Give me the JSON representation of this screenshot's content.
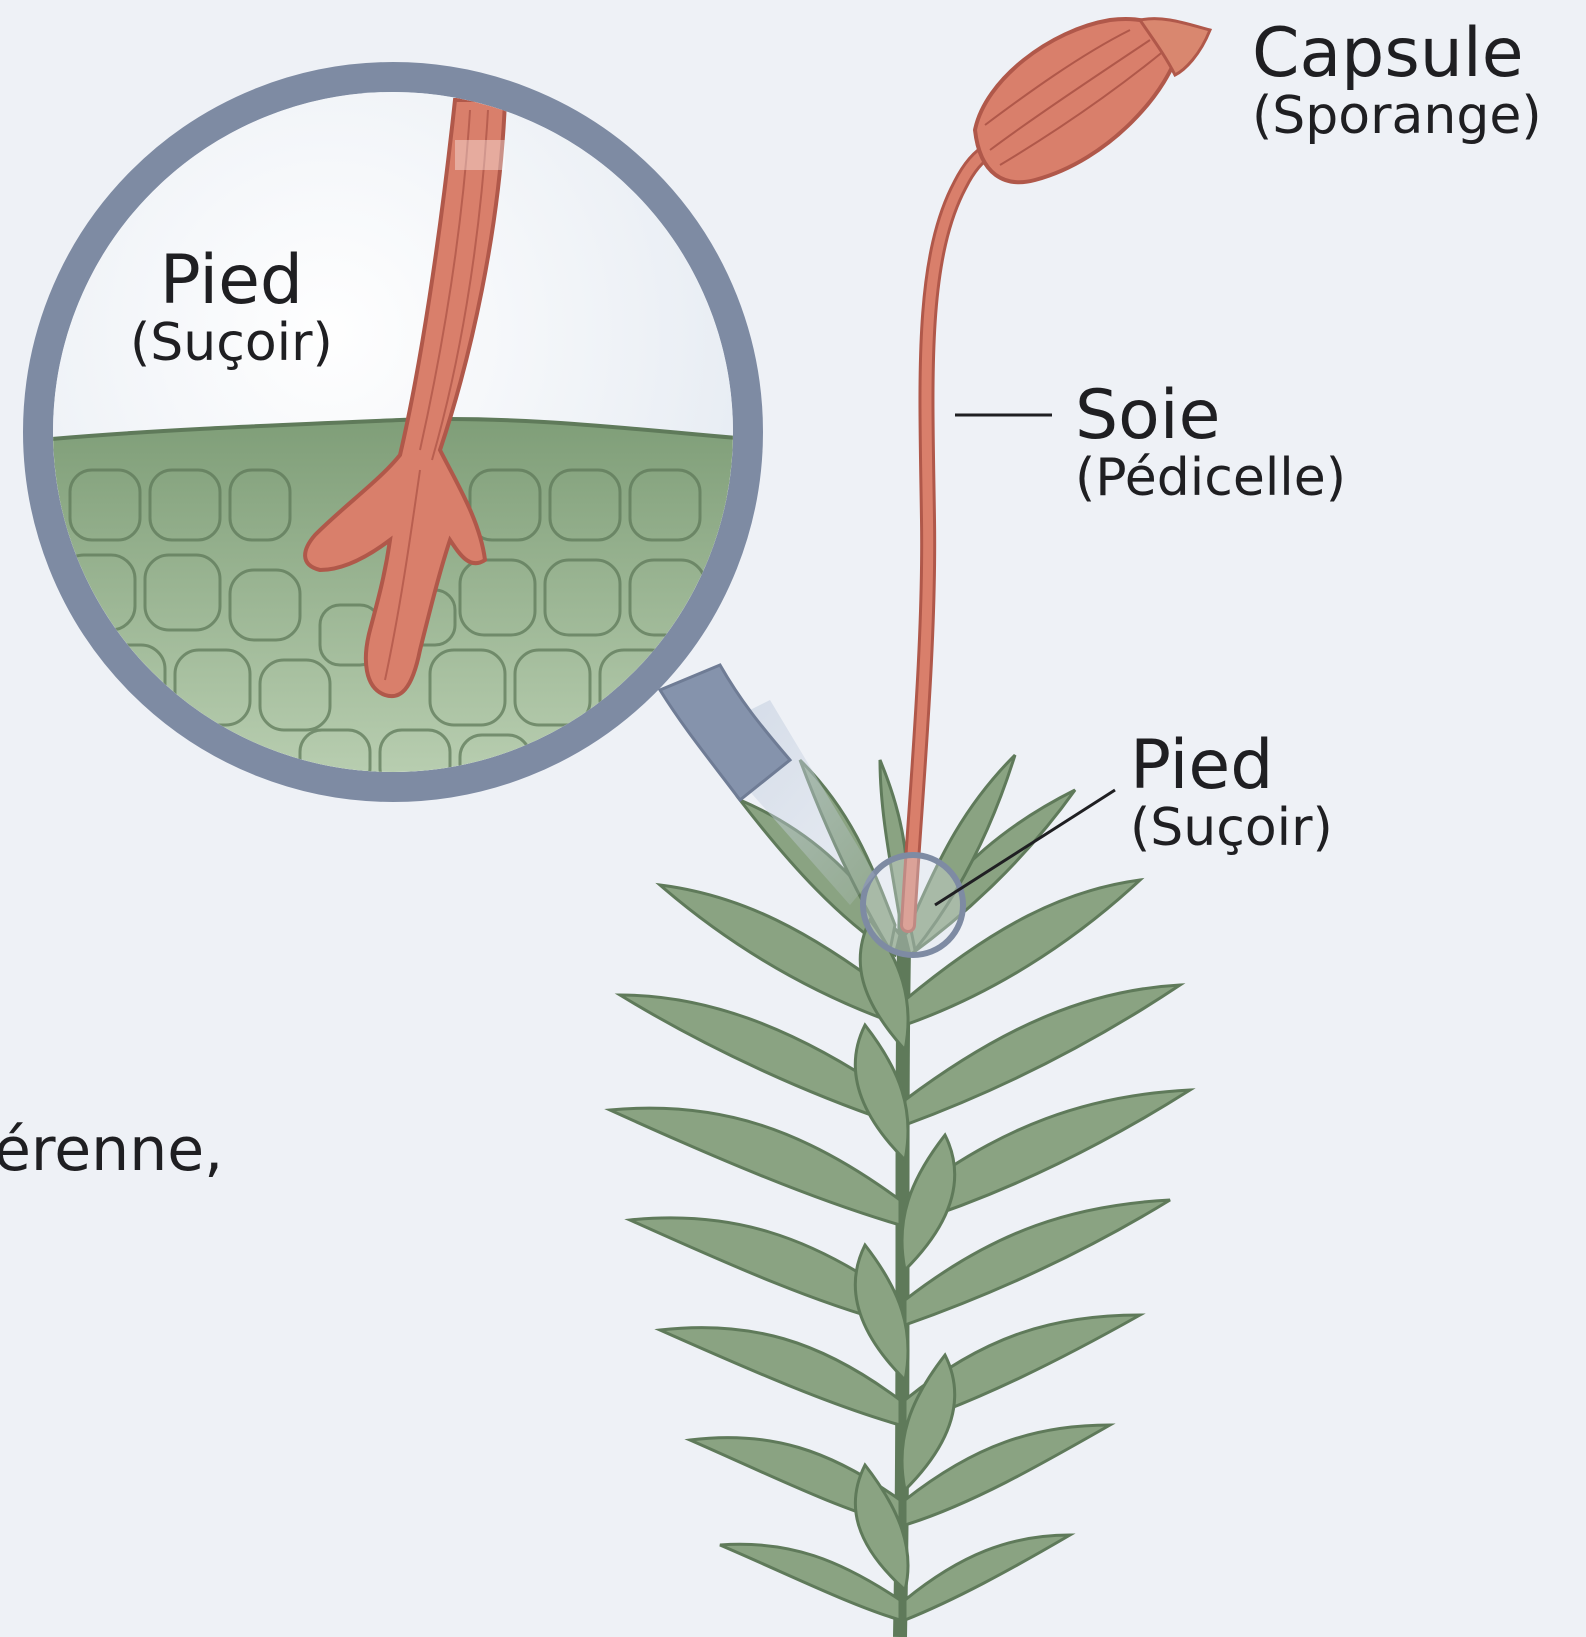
{
  "labels": {
    "capsule": {
      "main": "Capsule",
      "sub": "(Sporange)"
    },
    "soie": {
      "main": "Soie",
      "sub": "(Pédicelle)"
    },
    "pied": {
      "main": "Pied",
      "sub": "(Suçoir)"
    },
    "pied_zoom": {
      "main": "Pied",
      "sub": "(Suçoir)"
    }
  },
  "cropped_text": "érenne,",
  "colors": {
    "background": "#eef1f6",
    "leaf": "#8aa382",
    "leaf_dark": "#5f7a5a",
    "sporophyte": "#d97f6b",
    "sporophyte_dark": "#b0584a",
    "lens_frame": "#7e8ba3",
    "tissue": "#9db793"
  },
  "icons": {
    "magnifier": "magnifier-icon"
  }
}
